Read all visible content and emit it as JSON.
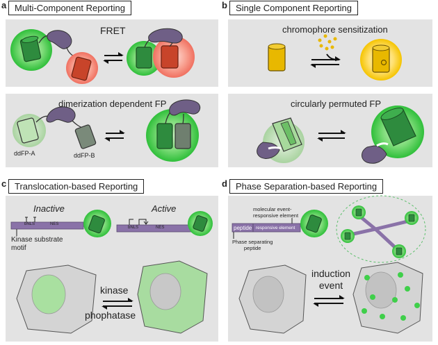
{
  "panel_a": {
    "letter": "a",
    "title": "Multi-Component Reporting",
    "fret_label": "FRET",
    "ddfp_label": "dimerization dependent FP",
    "ddfp_a": "ddFP-A",
    "ddfp_b": "ddFP-B"
  },
  "panel_b": {
    "letter": "b",
    "title": "Single Component Reporting",
    "chromophore_label": "chromophore sensitization",
    "cpfp_label": "circularly permuted FP"
  },
  "panel_c": {
    "letter": "c",
    "title": "Translocation-based Reporting",
    "inactive_label": "Inactive",
    "active_label": "Active",
    "bnls": "bNLS",
    "nes": "NES",
    "kinase_substrate_label": "Kinase substrate\nmotif",
    "forward_label": "kinase",
    "reverse_label": "phophatase"
  },
  "panel_d": {
    "letter": "d",
    "title": "Phase Separation-based Reporting",
    "peptide": "peptide",
    "responsive_element": "responsive element",
    "molecular_event_label": "molecular event-\nresponsive element",
    "phase_peptide_label": "Phase separating\npeptide",
    "induction_label": "induction\nevent"
  },
  "colors": {
    "panel_bg": "#e3e3e3",
    "green_glow": "#2fbf3a",
    "green_barrel": "#2e8b3e",
    "red_barrel": "#c8442a",
    "red_glow": "#f08070",
    "yellow_barrel": "#e8b800",
    "purple_linker": "#8a72a8",
    "purple_protein": "#6f5f86",
    "cell_gray": "#d4d4d4",
    "nucleus_gray": "#bcbcbc"
  }
}
